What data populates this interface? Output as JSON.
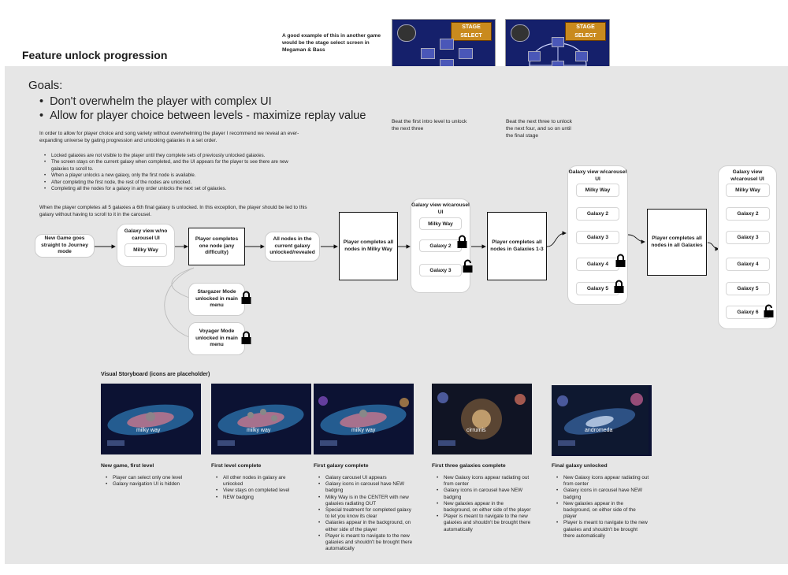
{
  "title": "Feature unlock progression",
  "goals": {
    "heading": "Goals:",
    "items": [
      "Don't overwhelm the player with complex UI",
      "Allow for player choice between levels - maximize replay value"
    ]
  },
  "intro": "In order to allow for player choice and song variety without overwhelming the player I recommend we reveal an ever-expanding universe by gating progression and unlocking galaxies in a set order.",
  "rules": [
    "Locked galaxies are not visible to the player until they complete sets of previously unlocked galaxies.",
    "The screen stays on the current galaxy when completed, and the UI appears for the player to see there are new galaxies to scroll to.",
    "When a player unlocks a new galaxy, only the first node is available.",
    "After completing the first node, the rest of the nodes are unlocked.",
    "Completing all the nodes for a galaxy in any order unlocks the next set of galaxies."
  ],
  "final_note": "When the player completes all 5 galaxies a 6th final galaxy is unlocked. In this exception, the player should be led to this galaxy without having to scroll to it in the carousel.",
  "example": {
    "note": "A good example of this in another game would be the stage select screen in Megaman & Bass",
    "stage_label": "STAGE SELECT",
    "caption1": "Beat the first intro level to unlock the next three",
    "caption2": "Beat the next three to unlock the next four, and so on until the final stage"
  },
  "flow": {
    "new_game": "New Game goes straight to Journey mode",
    "galaxy_view_nocarousel": "Galaxy view w/no carousel UI",
    "milky_way": "Milky Way",
    "completes_one": "Player completes one node (any difficulty)",
    "all_nodes_revealed": "All nodes in the current galaxy unlocked/revealed",
    "completes_milky": "Player completes all nodes in Milky Way",
    "galaxy_view_carousel": "Galaxy view w/carousel UI",
    "completes_1_3": "Player completes all nodes in Galaxies 1-3",
    "completes_all": "Player completes all nodes in all Galaxies",
    "stargazer": "Stargazer Mode unlocked in main menu",
    "voyager": "Voyager Mode unlocked in main menu",
    "galaxies": [
      "Milky Way",
      "Galaxy 2",
      "Galaxy 3",
      "Galaxy 4",
      "Galaxy 5",
      "Galaxy 6"
    ]
  },
  "storyboard": {
    "heading": "Visual Storyboard (icons are placeholder)",
    "frames": [
      {
        "title": "New game, first level",
        "label": "milky way",
        "points": [
          "Player can select only one level",
          "Galaxy navigation UI is hidden"
        ]
      },
      {
        "title": "First level complete",
        "label": "milky way",
        "points": [
          "All other nodes in galaxy are unlocked",
          "View stays on completed level",
          "NEW badging"
        ]
      },
      {
        "title": "First galaxy complete",
        "label": "milky way",
        "points": [
          "Galaxy carousel UI appears",
          "Galaxy icons in carousel have NEW badging",
          "Milky Way is in the CENTER with new galaxies radiating OUT",
          "Special treatment for completed galaxy to let you know its clear",
          "Galaxies appear in the background, on either side of the player",
          "Player is meant to navigate to the new galaxies and shouldn't be brought there automatically"
        ]
      },
      {
        "title": "First three galaxies complete",
        "label": "cirrumis",
        "points": [
          "New Galaxy icons appear radiating out from center",
          "Galaxy icons in carousel have NEW badging",
          "New galaxies appear in the background, on either side of the player",
          "Player is meant to navigate to the new galaxies and shouldn't be brought there automatically"
        ]
      },
      {
        "title": "Final galaxy unlocked",
        "label": "andromeda",
        "points": [
          "New Galaxy icons appear radiating out from center",
          "Galaxy icons in carousel have NEW badging",
          "New galaxies appear in the background, on either side of the player",
          "Player is meant to navigate to the new galaxies and shouldn't be brought there automatically"
        ]
      }
    ]
  }
}
